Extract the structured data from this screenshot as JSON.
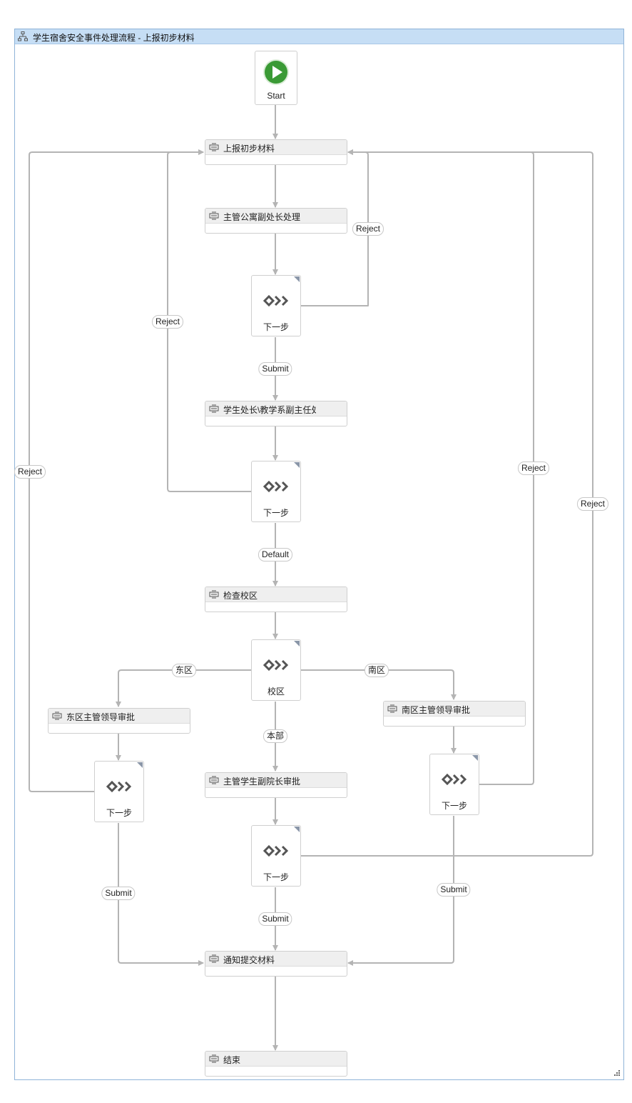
{
  "workflow": {
    "title": "学生宿舍安全事件处理流程 - 上报初步材料"
  },
  "start": {
    "label": "Start"
  },
  "activities": {
    "report": "上报初步材料",
    "supervisor": "主管公寓副处长处理",
    "dean": "学生处长\\教学系副主任处理",
    "check_campus": "检查校区",
    "east_leader": "东区主管领导审批",
    "south_leader": "南区主管领导审批",
    "vp": "主管学生副院长审批",
    "notify": "通知提交材料",
    "end": "结束"
  },
  "decisions": {
    "d1": "下一步",
    "d2": "下一步",
    "campus": "校区",
    "east": "下一步",
    "south": "下一步",
    "main": "下一步"
  },
  "transitions": {
    "reject_d1": "Reject",
    "reject_d2": "Reject",
    "reject_east": "Reject",
    "reject_south": "Reject",
    "reject_main": "Reject",
    "submit_d1": "Submit",
    "default_d2": "Default",
    "east_branch": "东区",
    "south_branch": "南区",
    "main_branch": "本部",
    "submit_east": "Submit",
    "submit_main": "Submit",
    "submit_south": "Submit"
  },
  "colors": {
    "title_bar": "#c6def5",
    "wire": "#b4b4b4",
    "start_green": "#3a9a35"
  }
}
